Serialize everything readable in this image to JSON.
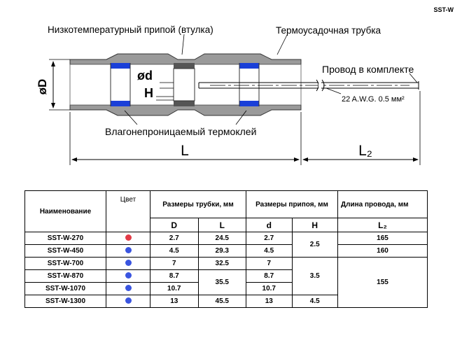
{
  "corner_tag": "SST-W",
  "diagram": {
    "label_solder": "Низкотемпературный припой (втулка)",
    "label_shrink_tube": "Термоусадочная трубка",
    "label_wire": "Провод в комплекте",
    "label_adhesive": "Влагонепроницаемый термоклей",
    "label_outer_diameter": "øD",
    "label_solder_diameter": "ød",
    "label_solder_height": "H",
    "label_length": "L",
    "label_wire_length": "L₂",
    "wire_spec": "22 A.W.G.  0.5 мм²"
  },
  "colors": {
    "tube": "#9a9a9a",
    "seal": "#1a3fd8",
    "red_dot": "#e33b47",
    "blue_dot": "#3a55e0"
  },
  "table": {
    "headers": {
      "name": "Наименование",
      "color": "Цвет",
      "tube_sizes": "Размеры трубки, мм",
      "solder_sizes": "Размеры припоя, мм",
      "wire_length": "Длина провода, мм"
    },
    "subheaders": {
      "D": "D",
      "L": "L",
      "d": "d",
      "H": "H",
      "L2": "L₂"
    },
    "rows": [
      {
        "name": "SST-W-270",
        "color": "red",
        "D": "2.7",
        "L": "24.5",
        "d": "2.7",
        "H": "2.5",
        "L2": "165"
      },
      {
        "name": "SST-W-450",
        "color": "blue",
        "D": "4.5",
        "L": "29.3",
        "d": "4.5",
        "H": "",
        "L2": "160"
      },
      {
        "name": "SST-W-700",
        "color": "blue",
        "D": "7",
        "L": "32.5",
        "d": "7",
        "H": "3.5",
        "L2": "155"
      },
      {
        "name": "SST-W-870",
        "color": "blue",
        "D": "8.7",
        "L": "35.5",
        "d": "8.7",
        "H": "",
        "L2": ""
      },
      {
        "name": "SST-W-1070",
        "color": "blue",
        "D": "10.7",
        "L": "",
        "d": "10.7",
        "H": "",
        "L2": ""
      },
      {
        "name": "SST-W-1300",
        "color": "blue",
        "D": "13",
        "L": "45.5",
        "d": "13",
        "H": "4.5",
        "L2": ""
      }
    ]
  }
}
